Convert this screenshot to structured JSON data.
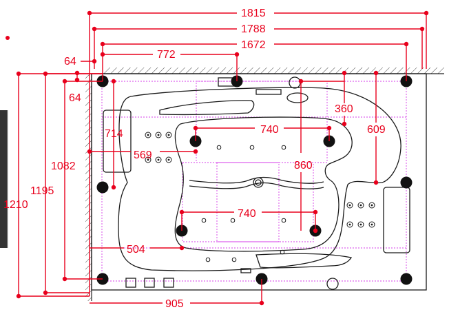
{
  "colors": {
    "dimension": "#e8001c",
    "outline": "#1a1a1a",
    "guide": "#d63be8",
    "leg": "#111111",
    "left_panel": "#333333"
  },
  "dimensions": {
    "overall_width_outer": "1815",
    "overall_width_mid": "1788",
    "overall_width_legs": "1672",
    "leg_offset_top": "772",
    "edge_offset_top": "64",
    "edge_offset_left": "64",
    "seat_depth": "714",
    "seat_step": "569",
    "upper_seat_width": "740",
    "lower_seat_width": "740",
    "headrest_offset": "360",
    "right_depth": "609",
    "center_depth": "860",
    "inner_length": "1082",
    "leg_length": "1195",
    "overall_length": "1210",
    "lower_left_offset": "504",
    "bottom_leg_offset": "905"
  },
  "icons": {
    "legs": "support-leg-icon",
    "jets": "massage-jet-icon",
    "drain": "drain-icon",
    "pillow": "pillow-icon",
    "controls": "control-button-icon"
  }
}
